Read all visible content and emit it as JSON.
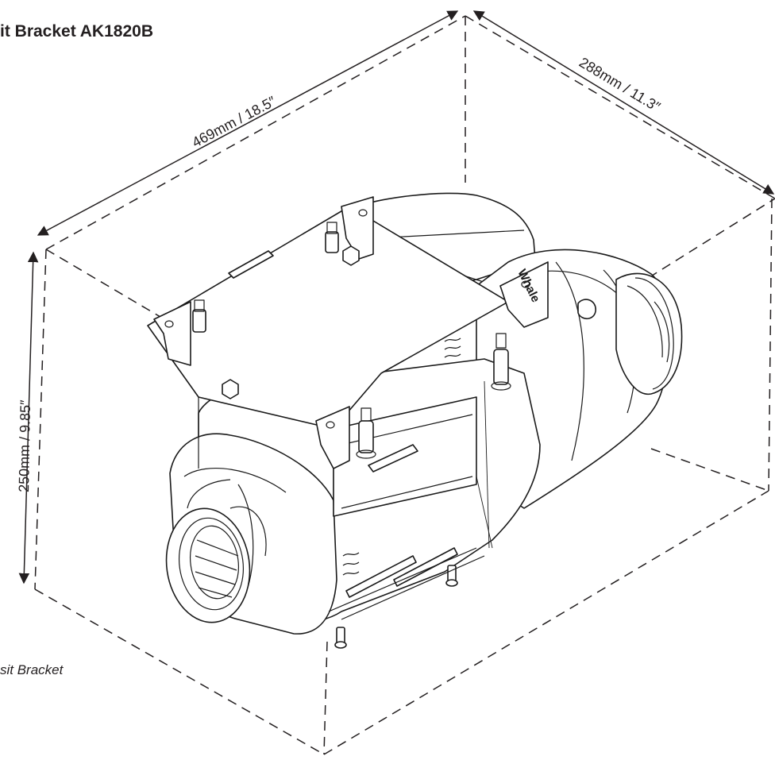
{
  "title": "it Bracket AK1820B",
  "caption": "sit Bracket",
  "dimensions": {
    "length": "469mm / 18.5″",
    "width": "288mm / 11.3″",
    "height": "250mm / 9.85″"
  },
  "device": {
    "brand_mark": "Whale"
  },
  "colors": {
    "ink": "#231f20",
    "background": "#ffffff"
  }
}
